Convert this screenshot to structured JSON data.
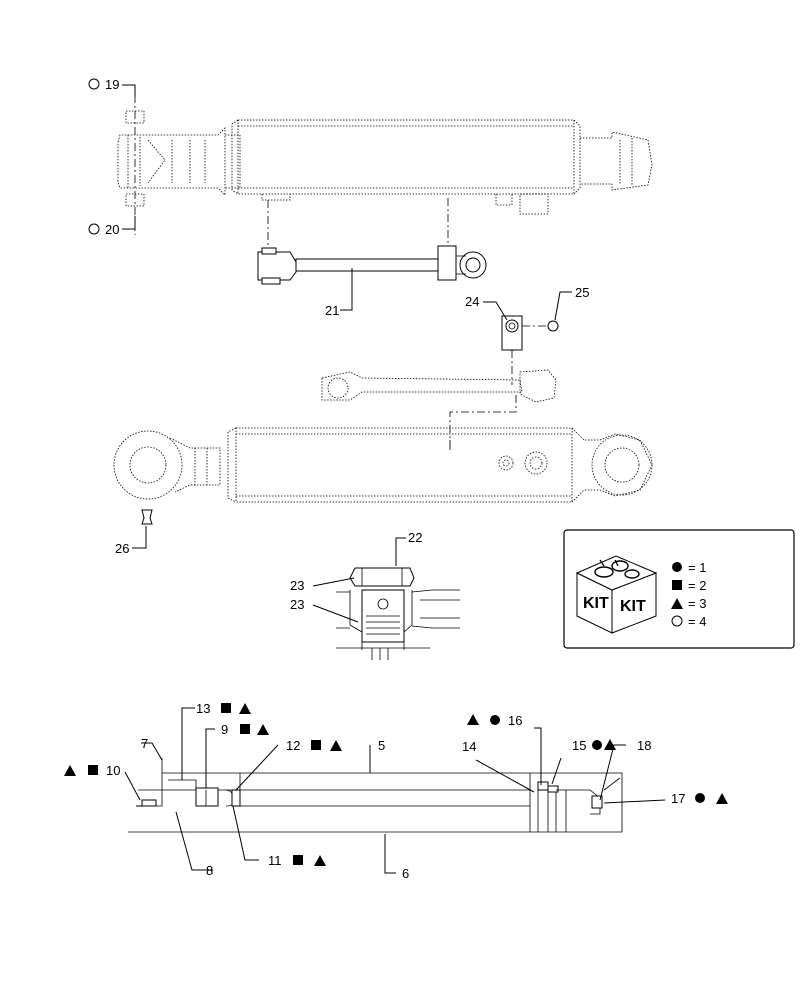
{
  "callouts": {
    "c19": {
      "num": "19"
    },
    "c20": {
      "num": "20"
    },
    "c21": {
      "num": "21"
    },
    "c22": {
      "num": "22"
    },
    "c23a": {
      "num": "23"
    },
    "c23b": {
      "num": "23"
    },
    "c24": {
      "num": "24"
    },
    "c25": {
      "num": "25"
    },
    "c26": {
      "num": "26"
    },
    "c5": {
      "num": "5"
    },
    "c6": {
      "num": "6"
    },
    "c7": {
      "num": "7"
    },
    "c8": {
      "num": "8"
    },
    "c9": {
      "num": "9"
    },
    "c10": {
      "num": "10"
    },
    "c11": {
      "num": "11"
    },
    "c12": {
      "num": "12"
    },
    "c13": {
      "num": "13"
    },
    "c14": {
      "num": "14"
    },
    "c15": {
      "num": "15"
    },
    "c16": {
      "num": "16"
    },
    "c17": {
      "num": "17"
    },
    "c18": {
      "num": "18"
    }
  },
  "kit_legend": {
    "box_text_left": "KIT",
    "box_text_right": "KIT",
    "entries": [
      {
        "symbol": "filled-circle",
        "text": "= 1"
      },
      {
        "symbol": "filled-square",
        "text": "= 2"
      },
      {
        "symbol": "filled-triangle",
        "text": "= 3"
      },
      {
        "symbol": "open-circle",
        "text": "= 4"
      }
    ]
  }
}
